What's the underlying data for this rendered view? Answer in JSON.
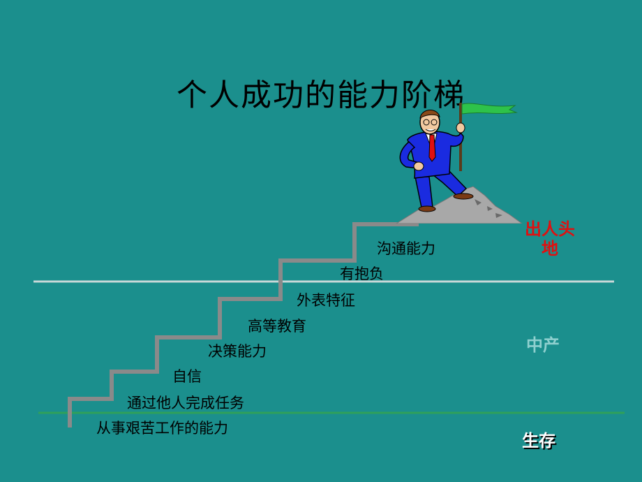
{
  "title": "个人成功的能力阶梯",
  "steps": [
    {
      "label": "从事艰苦工作的能力"
    },
    {
      "label": "通过他人完成任务"
    },
    {
      "label": "自信"
    },
    {
      "label": "决策能力"
    },
    {
      "label": "高等教育"
    },
    {
      "label": "外表特征"
    },
    {
      "label": "有抱负"
    },
    {
      "label": "沟通能力"
    }
  ],
  "levels": {
    "top_line1": "出人头",
    "top_line2": "地",
    "middle": "中产",
    "bottom": "生存"
  },
  "colors": {
    "background": "#1b8f8d",
    "stairs": "#8a8a8a",
    "divider_upper": "#c8d8d8",
    "divider_lower": "#2fa05a",
    "top_level": "#e01010",
    "flag": "#2ec24a",
    "suit": "#1a2be0"
  },
  "illustration": "businessman-with-flag-on-mountain-peak"
}
